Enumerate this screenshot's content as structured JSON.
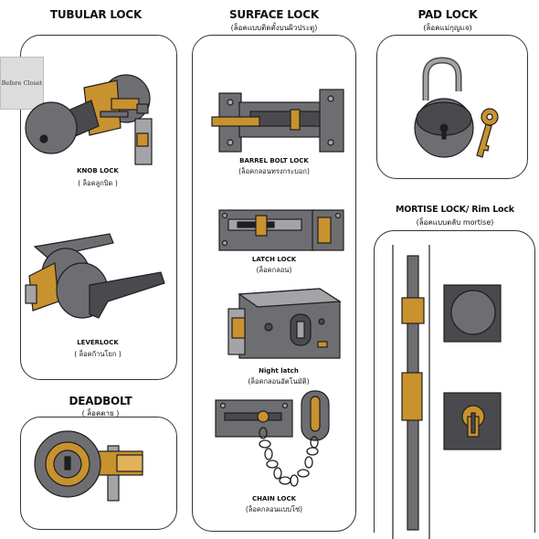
{
  "colors": {
    "metal": "#6e6e72",
    "metal_dark": "#4a4a4e",
    "metal_light": "#a4a4a8",
    "brass": "#c8922e",
    "brass_light": "#e0b25a",
    "outline": "#1e1e1e"
  },
  "stamp_text": "Before Closet",
  "sections": {
    "tubular": {
      "title": "TUBULAR LOCK",
      "items": [
        {
          "label": "KNOB LOCK",
          "sub": "( ล็อคลูกบิด )"
        },
        {
          "label": "LEVERLOCK",
          "sub": "( ล็อคก้านโยก )"
        }
      ]
    },
    "surface": {
      "title": "SURFACE LOCK",
      "subtitle": "(ล็อคแบบติดตั้งบนผิวประตู)",
      "items": [
        {
          "label": "BARREL BOLT LOCK",
          "sub": "(ล็อคกลอนทรงกระบอก)"
        },
        {
          "label": "LATCH LOCK",
          "sub": "(ล็อคกลอน)"
        },
        {
          "label": "Night latch",
          "sub": "(ล็อคกลอนอัตโนมัติ)"
        },
        {
          "label": "CHAIN LOCK",
          "sub": "(ล็อคกลอนแบบโซ่)"
        }
      ]
    },
    "pad": {
      "title": "PAD LOCK",
      "subtitle": "(ล็อคแม่กุญแจ)"
    },
    "mortise": {
      "title": "MORTISE LOCK/ Rim Lock",
      "subtitle": "(ล็อคแบบตลับ mortise)"
    },
    "deadbolt": {
      "title": "DEADBOLT",
      "subtitle": "( ล็อคตาย )"
    }
  }
}
